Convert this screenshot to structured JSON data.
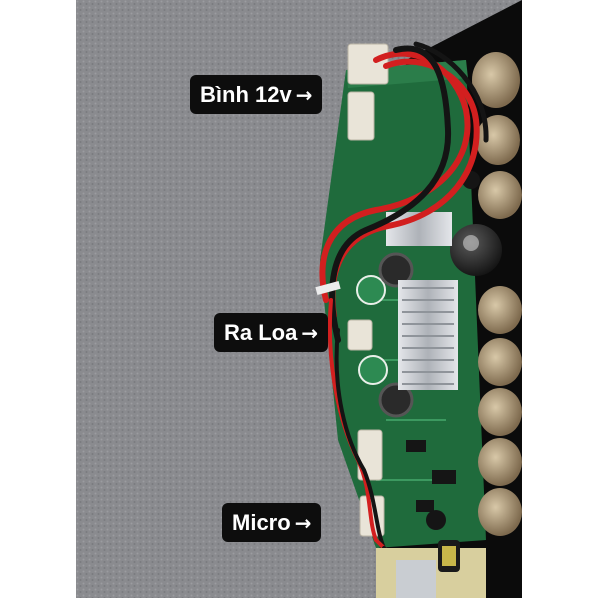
{
  "callouts": [
    {
      "label": "Bình 12v",
      "arrow": "→"
    },
    {
      "label": "Ra Loa",
      "arrow": "→"
    },
    {
      "label": "Micro",
      "arrow": "→"
    }
  ],
  "colors": {
    "carpet": "#8a8b8f",
    "pcb": "#1f6b3c",
    "wire_red": "#d21f1f",
    "wire_black": "#141414",
    "heatsink": "#cfd2d6",
    "connector": "#e9e4d8",
    "callout_bg": "#0d0d0d",
    "callout_text": "#ffffff"
  }
}
